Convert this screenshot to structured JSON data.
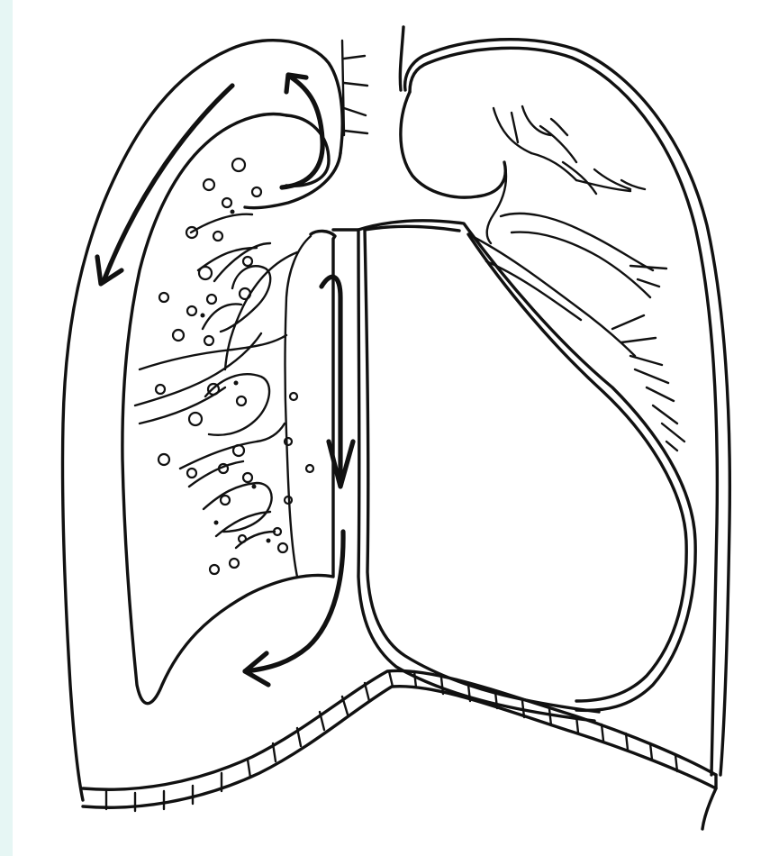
{
  "figure": {
    "subject": "lungs-pleura-diagram",
    "colors": {
      "page_background": "#e6f6f4",
      "panel_background": "#ffffff",
      "ink": "#111111"
    },
    "arrows": [
      {
        "name": "apex-arrow",
        "direction": "up-left"
      },
      {
        "name": "lateral-arrow",
        "direction": "down"
      },
      {
        "name": "mediastinal-arrow",
        "direction": "down"
      },
      {
        "name": "costophrenic-arrow",
        "direction": "left"
      }
    ],
    "icons": [
      "lung-icon",
      "trachea-icon",
      "heart-icon",
      "diaphragm-icon"
    ]
  }
}
